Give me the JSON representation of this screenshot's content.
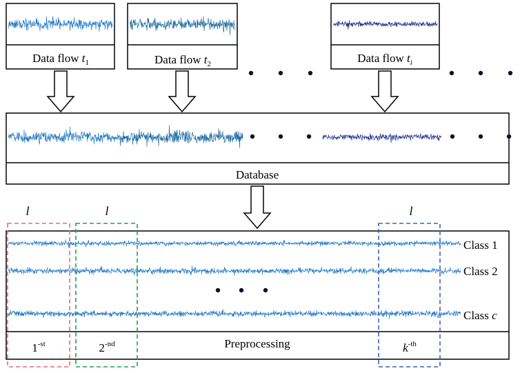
{
  "flows": [
    {
      "prefix": "Data flow ",
      "var": "t",
      "sub": "1",
      "color": "#1f78c8"
    },
    {
      "prefix": "Data flow ",
      "var": "t",
      "sub": "2",
      "color": "#1a6aa0"
    },
    {
      "prefix": "Data flow ",
      "var": "t",
      "sub": "i",
      "color": "#1a2a8a"
    }
  ],
  "database": {
    "label": "Database"
  },
  "windows": {
    "length_label": "l",
    "first": {
      "base": "1",
      "sup": "-st"
    },
    "second": {
      "base": "2",
      "sup": "-nd"
    },
    "kth": {
      "base": "k",
      "sup": "-th"
    }
  },
  "classes": [
    {
      "prefix": "Class ",
      "name": "1"
    },
    {
      "prefix": "Class ",
      "name": "2"
    },
    {
      "prefix": "Class ",
      "name": "c"
    }
  ],
  "preprocessing": {
    "label": "Preprocessing"
  },
  "colors": {
    "signal": "#1f78c8",
    "signal_dark": "#1a6aa0",
    "signal_navy": "#1a2a8a",
    "red_box": "#e46a7a",
    "green_box": "#22a04a",
    "blue_box": "#3a62b8",
    "dots": "#0b1230"
  }
}
